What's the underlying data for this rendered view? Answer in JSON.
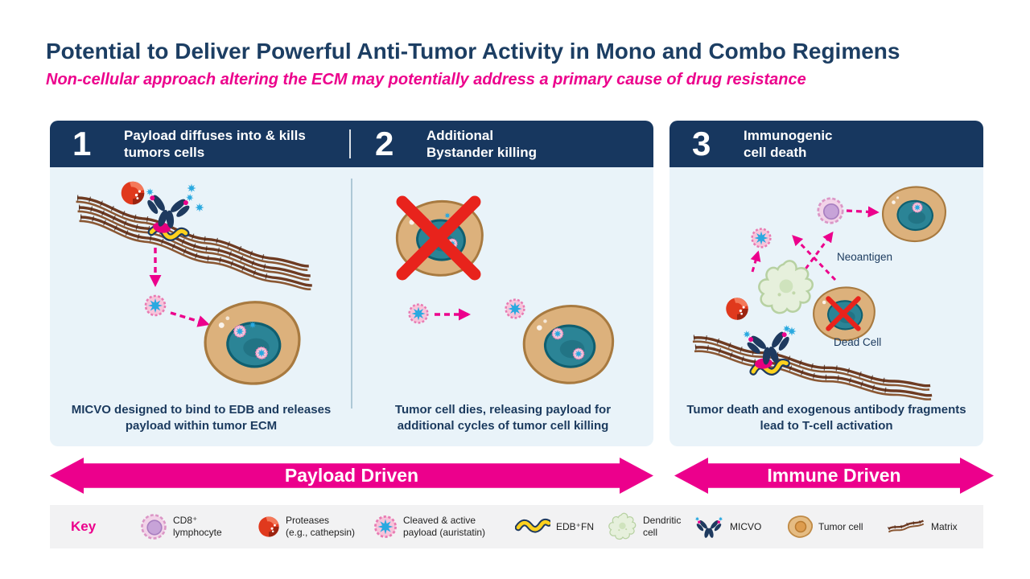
{
  "slide": {
    "title": "Potential to Deliver Powerful Anti-Tumor Activity in Mono and Combo Regimens",
    "subtitle": "Non-cellular approach altering the ECM may potentially address a primary cause of drug resistance"
  },
  "steps": {
    "one": {
      "number": "1",
      "heading": "Payload diffuses into & kills tumors cells",
      "caption": "MICVO designed to bind to EDB and releases payload within tumor ECM"
    },
    "two": {
      "number": "2",
      "heading": "Additional Bystander killing",
      "caption": "Tumor cell dies, releasing payload for additional cycles of tumor cell killing"
    },
    "three": {
      "number": "3",
      "heading": "Immunogenic cell death",
      "caption": "Tumor death and exogenous antibody fragments lead to T-cell activation",
      "neoantigen_label": "Neoantigen",
      "dead_cell_label": "Dead Cell"
    }
  },
  "arrows": {
    "payload_driven": "Payload Driven",
    "immune_driven": "Immune Driven"
  },
  "key": {
    "label": "Key",
    "items": [
      {
        "icon": "cd8-lymphocyte-icon",
        "line1": "CD8⁺",
        "line2": "lymphocyte"
      },
      {
        "icon": "protease-icon",
        "line1": "Proteases",
        "line2": "(e.g., cathepsin)"
      },
      {
        "icon": "payload-icon",
        "line1": "Cleaved & active",
        "line2": "payload (auristatin)"
      },
      {
        "icon": "edb-fn-icon",
        "line1": "EDB⁺FN",
        "line2": ""
      },
      {
        "icon": "dendritic-cell-icon",
        "line1": "Dendritic",
        "line2": "cell"
      },
      {
        "icon": "micvo-antibody-icon",
        "line1": "MICVO",
        "line2": ""
      },
      {
        "icon": "tumor-cell-icon",
        "line1": "Tumor cell",
        "line2": ""
      },
      {
        "icon": "matrix-icon",
        "line1": "Matrix",
        "line2": ""
      }
    ]
  },
  "colors": {
    "navy": "#17375f",
    "magenta": "#ec008c",
    "panel_bg": "#e9f3f9",
    "key_bg": "#f2f2f3",
    "red_x": "#e8231c",
    "payload_blue": "#2aa9e0"
  }
}
